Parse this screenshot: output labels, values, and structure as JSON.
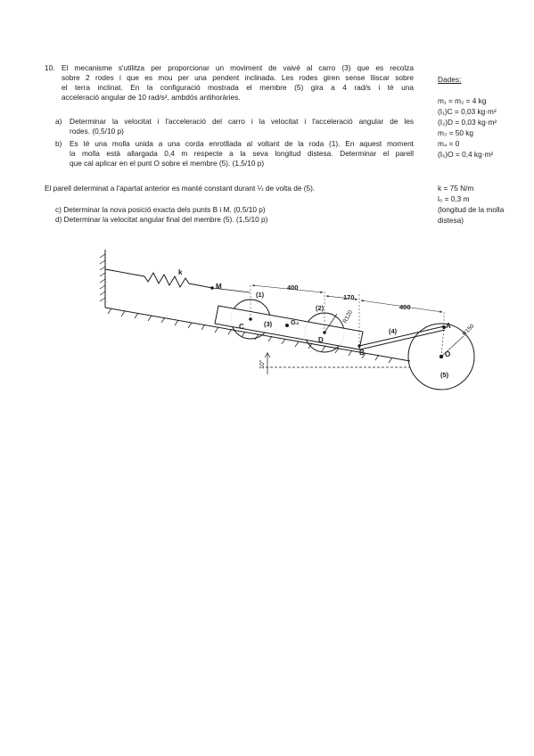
{
  "problem": {
    "number": "10.",
    "intro_lines": [
      "El mecanisme s'utilitza per proporcionar un moviment de vaivé al carro (3) que es recolza",
      "sobre 2 rodes i que es mou per una pendent inclinada. Les rodes giren sense lliscar sobre",
      "el terra inclinat. En la configuració mostrada el membre (5) gira a 4 rad/s i té una",
      "acceleració angular de 10 rad/s², ambdós antihoràries."
    ],
    "part_a_label": "a)",
    "part_a_lines": [
      "Determinar la velocitat i l'acceleració del carro i la velocitat i l'acceleració angular de les",
      "rodes. (0,5/10 p)"
    ],
    "part_b_label": "b)",
    "part_b_lines": [
      "Es té una molla unida a una corda enrotllada al voltant de la roda (1). En aquest moment",
      "la molla està allargada 0,4 m respecte a la seva longitud distesa. Determinar el parell",
      "que cal aplicar en el punt O sobre el membre (5). (1,5/10 p)"
    ],
    "statement2": "El parell determinat a l'apartat anterior es manté constant durant ¼ de volta de (5).",
    "part_c": "c) Determinar la nova posició exacta dels punts B i M. (0,5/10 p)",
    "part_d": "d) Determinar la velocitat angular final del membre (5). (1,5/10 p)"
  },
  "dades": {
    "title": "Dades:",
    "lines": [
      "m₁ = m₂ = 4 kg",
      "(I₁)C = 0,03 kg·m²",
      "(I₂)D = 0,03 kg·m²",
      "m₃ = 50 kg",
      "m₄ = 0",
      "(I₅)O = 0,4 kg·m²"
    ],
    "extra_lines": [
      "k = 75 N/m",
      "l₀ = 0,3 m",
      "(longitud de la molla",
      "distesa)"
    ]
  },
  "figure": {
    "dim_400_top": "400",
    "dim_170": "170",
    "dim_400_right": "400",
    "label_k": "k",
    "label_M": "M",
    "label_1": "(1)",
    "label_2": "(2)",
    "label_3": "(3)",
    "label_4": "(4)",
    "label_5": "(5)",
    "label_C": "C",
    "label_G3": "G₃",
    "label_D": "D",
    "label_B": "B",
    "label_A": "A",
    "label_O": "O",
    "label_R120": "R120",
    "label_R150": "R150",
    "label_angle": "10°"
  }
}
